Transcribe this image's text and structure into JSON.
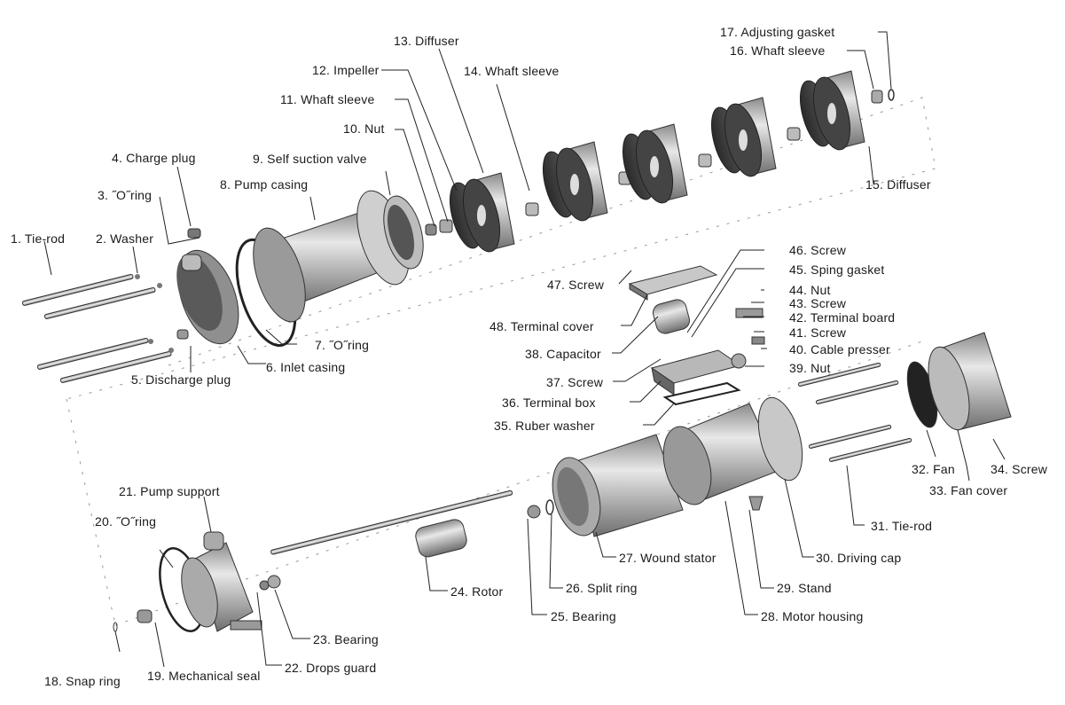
{
  "diagram": {
    "type": "exploded-view",
    "subject": "self-priming multistage centrifugal pump",
    "colors": {
      "line": "#222222",
      "part_light": "#d6d6d6",
      "part_mid": "#a8a8a8",
      "part_dark": "#3a3a3a",
      "background": "#ffffff"
    },
    "parts": [
      {
        "id": 1,
        "label": "1. Tie-rod"
      },
      {
        "id": 2,
        "label": "2. Washer"
      },
      {
        "id": 3,
        "label": "3. ˝O˝ring"
      },
      {
        "id": 4,
        "label": "4. Charge plug"
      },
      {
        "id": 5,
        "label": "5. Discharge plug"
      },
      {
        "id": 6,
        "label": "6. Inlet casing"
      },
      {
        "id": 7,
        "label": "7. ˝O˝ring"
      },
      {
        "id": 8,
        "label": "8. Pump casing"
      },
      {
        "id": 9,
        "label": "9. Self  suction valve"
      },
      {
        "id": 10,
        "label": "10. Nut"
      },
      {
        "id": 11,
        "label": "11. Whaft sleeve"
      },
      {
        "id": 12,
        "label": "12. Impeller"
      },
      {
        "id": 13,
        "label": "13. Diffuser"
      },
      {
        "id": 14,
        "label": "14. Whaft sleeve"
      },
      {
        "id": 15,
        "label": "15. Diffuser"
      },
      {
        "id": 16,
        "label": "16. Whaft sleeve"
      },
      {
        "id": 17,
        "label": "17. Adjusting gasket"
      },
      {
        "id": 18,
        "label": "18. Snap ring"
      },
      {
        "id": 19,
        "label": "19. Mechanical seal"
      },
      {
        "id": 20,
        "label": "20. ˝O˝ring"
      },
      {
        "id": 21,
        "label": "21. Pump support"
      },
      {
        "id": 22,
        "label": "22. Drops guard"
      },
      {
        "id": 23,
        "label": "23. Bearing"
      },
      {
        "id": 24,
        "label": "24. Rotor"
      },
      {
        "id": 25,
        "label": "25. Bearing"
      },
      {
        "id": 26,
        "label": "26. Split ring"
      },
      {
        "id": 27,
        "label": "27. Wound stator"
      },
      {
        "id": 28,
        "label": "28. Motor housing"
      },
      {
        "id": 29,
        "label": "29. Stand"
      },
      {
        "id": 30,
        "label": "30. Driving cap"
      },
      {
        "id": 31,
        "label": "31. Tie-rod"
      },
      {
        "id": 32,
        "label": "32. Fan"
      },
      {
        "id": 33,
        "label": "33. Fan cover"
      },
      {
        "id": 34,
        "label": "34. Screw"
      },
      {
        "id": 35,
        "label": "35. Ruber washer"
      },
      {
        "id": 36,
        "label": "36. Terminal box"
      },
      {
        "id": 37,
        "label": "37. Screw"
      },
      {
        "id": 38,
        "label": "38. Capacitor"
      },
      {
        "id": 39,
        "label": "39. Nut"
      },
      {
        "id": 40,
        "label": "40. Cable presser"
      },
      {
        "id": 41,
        "label": "41. Screw"
      },
      {
        "id": 42,
        "label": "42. Terminal board"
      },
      {
        "id": 43,
        "label": "43. Screw"
      },
      {
        "id": 44,
        "label": "44. Nut"
      },
      {
        "id": 45,
        "label": "45. Sping gasket"
      },
      {
        "id": 46,
        "label": "46. Screw"
      },
      {
        "id": 47,
        "label": "47. Screw"
      },
      {
        "id": 48,
        "label": "48. Terminal cover"
      }
    ]
  }
}
